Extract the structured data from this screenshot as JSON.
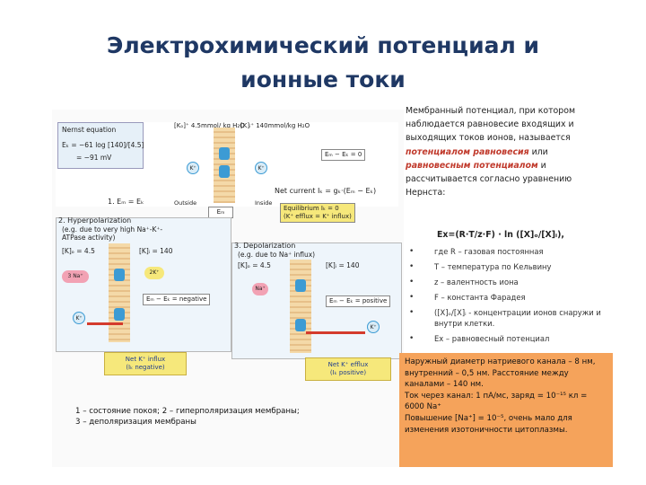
{
  "title": {
    "line1": "Электрохимический потенциал и",
    "line2": "ионные токи"
  },
  "figure": {
    "panel1": {
      "nernst_label": "Nernst equation",
      "nernst_eq1": "Eₖ = −61 log [140]/[4.5]",
      "nernst_eq2": "= −91 mV",
      "k_out": "[Kₒ]⁺ 4.5mmol/ kg H₂O",
      "k_in": "[K]ᵢ⁺ 140mmol/kg H₂O",
      "em_ek": "Eₘ − Eₖ = 0",
      "net_current": "Net current Iₖ = gₖ·(Eₘ − Eₖ)",
      "eq_label": "1. Eₘ = Eₖ",
      "outside": "Outside",
      "inside": "Inside",
      "equilibrium": "Equilibrium Iₖ = 0",
      "equilibrium2": "(K⁺ efflux = K⁺ influx)",
      "em_box": "Eₘ"
    },
    "panel2": {
      "heading": "2. Hyperpolarization",
      "sub1": "(e.g. due to very high Na⁺-K⁺-",
      "sub2": "ATPase activity)",
      "k_out": "[K]ₒ = 4.5",
      "k_in": "[K]ᵢ = 140",
      "na": "3 Na⁺",
      "k2": "2K⁺",
      "em_neg": "Eₘ − Eₖ = negative",
      "influx": "Net K⁺ influx",
      "influx2": "(Iₖ negative)"
    },
    "panel3": {
      "heading": "3. Depolarization",
      "sub": "(e.g. due to Na⁺ influx)",
      "k_out": "[K]ₒ = 4.5",
      "k_in": "[K]ᵢ = 140",
      "na": "Na⁺",
      "em_pos": "Eₘ − Eₖ = positive",
      "efflux": "Net K⁺ efflux",
      "efflux2": "(Iₖ positive)"
    },
    "caption_line1": "1 – состояние покоя; 2 – гиперполяризация мембраны;",
    "caption_line2": "3 – деполяризация мембраны"
  },
  "description": {
    "part1": "Мембранный потенциал, при котором наблюдается равновесие входящих и выходящих токов ионов, называется ",
    "hi1": "потенциалом равновесия",
    "part2": " или ",
    "hi2": "равновесным потенциалом",
    "part3": " и рассчитывается согласно уравнению Нернста:",
    "formula": "Ex=(R·T/z·F) · ln ([X]ₒ/[X]ᵢ),"
  },
  "bullets": [
    "где R – газовая постоянная",
    "T – температура по Кельвину",
    "z – валентность иона",
    "F – константа Фарадея",
    "([X]ₒ/[X]ᵢ - концентрации ионов снаружи и внутри клетки.",
    "Ex – равновесный потенциал"
  ],
  "facts": {
    "line1": "Наружный диаметр натриевого канала – 8 нм, внутренний – 0,5 нм. Расстояние между каналами – 140 нм.",
    "line2": "Ток через канал: 1 пА/мс, заряд = 10⁻¹⁵ кл = 6000 Na⁺",
    "line3": "Повышение [Na⁺] = 10⁻⁵, очень мало для изменения изотоничности цитоплазмы."
  },
  "colors": {
    "title": "#1f3864",
    "highlight": "#c0392b",
    "note_box": "#f5a35b",
    "yellow_box": "#f6e87b",
    "channel": "#3c9bd4"
  }
}
